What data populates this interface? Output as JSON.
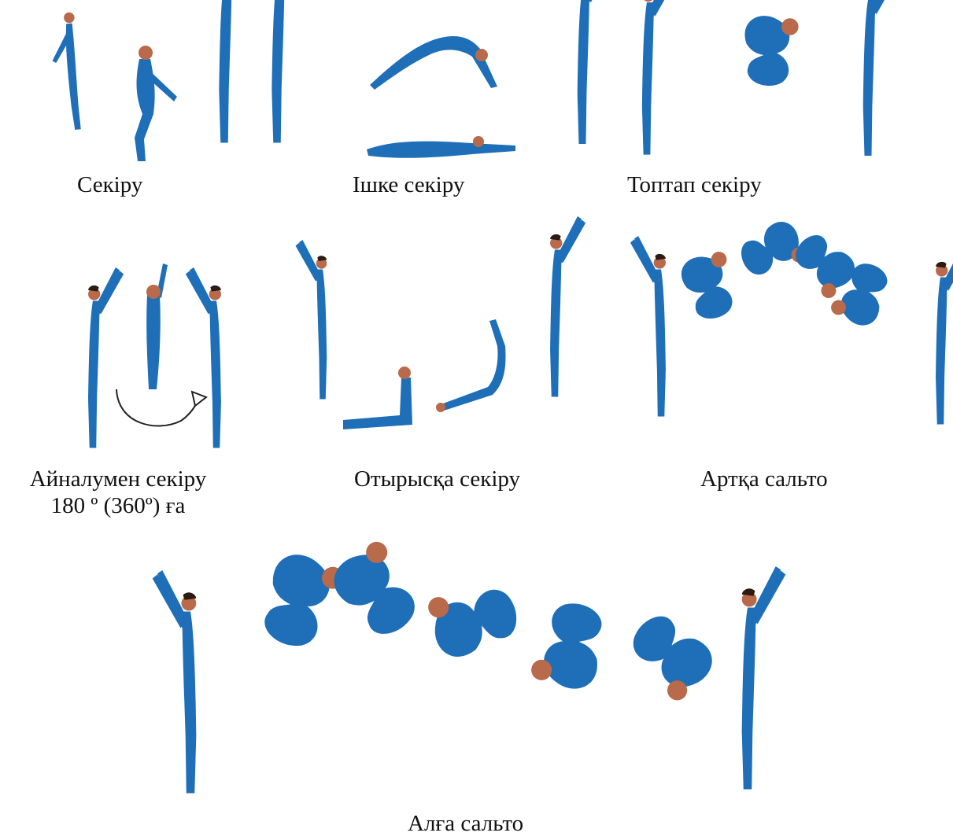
{
  "colors": {
    "suit": "#1e6fb8",
    "skin": "#b86a4a",
    "hair": "#2a1c14",
    "text": "#111111",
    "arrow": "#222222"
  },
  "captions": {
    "jump": "Секіру",
    "pike_jump": "Ішке секіру",
    "tuck_jump": "Топтап секіру",
    "turn_jump_line1": "Айналумен секіру",
    "turn_jump_line2": "180 º (360º) ға",
    "seat_jump": "Отырысқа секіру",
    "back_salto": "Артқа сальто",
    "front_salto": "Алға сальто"
  },
  "icons": {
    "rotation_arrow": "curved-arrow-icon",
    "figure": "gymnast-silhouette-icon"
  }
}
